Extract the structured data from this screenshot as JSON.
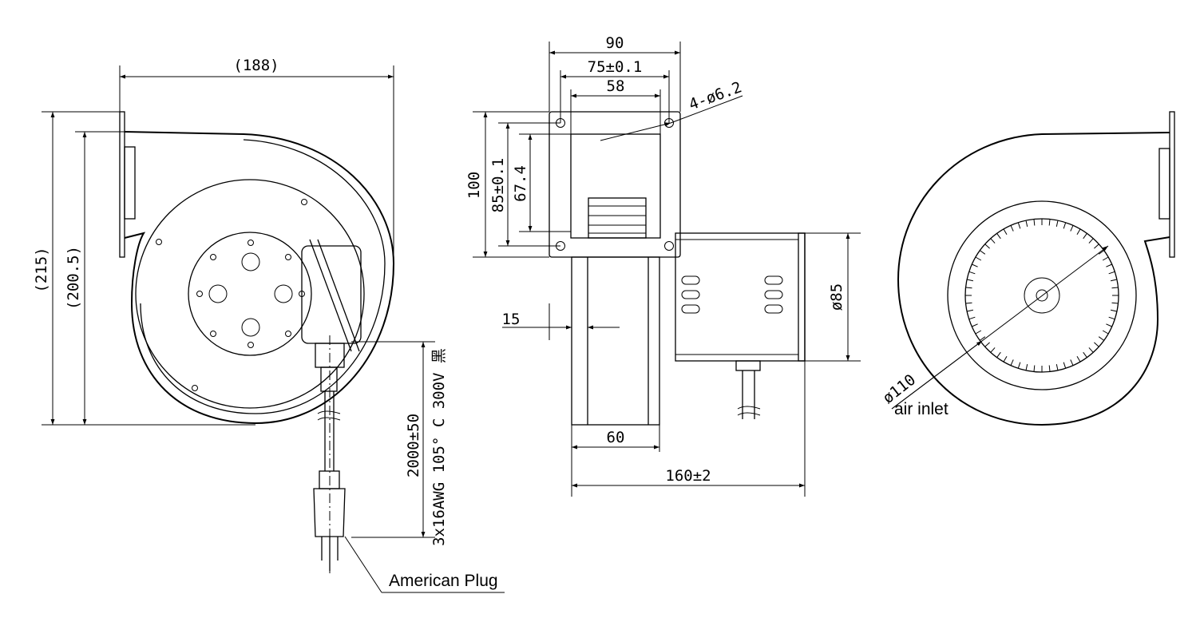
{
  "labels": {
    "american_plug": "American Plug",
    "air_inlet": "air inlet"
  },
  "dimensions": {
    "front_width": "(188)",
    "front_height": "(215)",
    "front_height_inner": "(200.5)",
    "cable": "2000±50",
    "cable_spec": "3x16AWG 105° C 300V 黑",
    "side_width_total": "90",
    "side_width_holes": "75±0.1",
    "side_outlet_width": "58",
    "holes": "4-ø6.2",
    "side_height_total": "100",
    "side_height_holes": "85±0.1",
    "side_outlet_height": "67.4",
    "wall_offset": "15",
    "motor_diameter": "ø85",
    "wheel_width": "60",
    "overall_depth": "160±2",
    "inlet_diameter": "ø110"
  }
}
